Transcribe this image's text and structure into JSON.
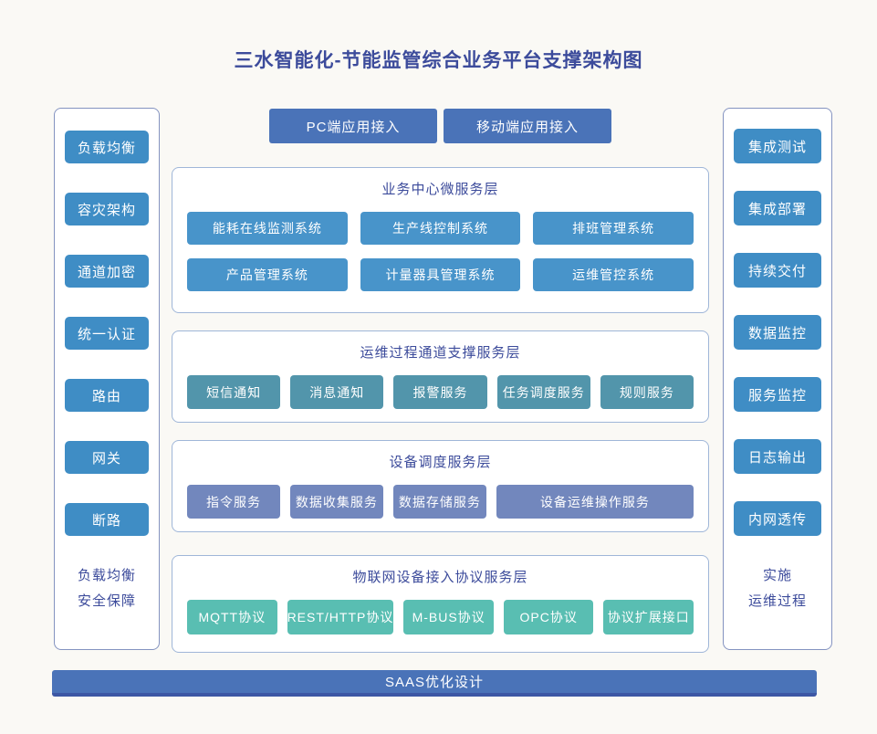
{
  "title": "三水智能化-节能监管综合业务平台支撑架构图",
  "top_access": [
    "PC端应用接入",
    "移动端应用接入"
  ],
  "left_panel": {
    "items": [
      "负载均衡",
      "容灾架构",
      "通道加密",
      "统一认证",
      "路由",
      "网关",
      "断路"
    ],
    "footer_lines": [
      "负载均衡",
      "安全保障"
    ]
  },
  "right_panel": {
    "items": [
      "集成测试",
      "集成部署",
      "持续交付",
      "数据监控",
      "服务监控",
      "日志输出",
      "内网透传"
    ],
    "footer_lines": [
      "实施",
      "运维过程"
    ]
  },
  "layers": [
    {
      "title": "业务中心微服务层",
      "items": [
        "能耗在线监测系统",
        "生产线控制系统",
        "排班管理系统",
        "产品管理系统",
        "计量器具管理系统",
        "运维管控系统"
      ]
    },
    {
      "title": "运维过程通道支撑服务层",
      "items": [
        "短信通知",
        "消息通知",
        "报警服务",
        "任务调度服务",
        "规则服务"
      ]
    },
    {
      "title": "设备调度服务层",
      "items": [
        "指令服务",
        "数据收集服务",
        "数据存储服务",
        "设备运维操作服务"
      ]
    },
    {
      "title": "物联网设备接入协议服务层",
      "items": [
        "MQTT协议",
        "REST/HTTP协议",
        "M-BUS协议",
        "OPC协议",
        "协议扩展接口"
      ]
    }
  ],
  "bottom_bar": {
    "label": "SAAS优化设计"
  },
  "colors": {
    "page_bg": "#faf9f5",
    "title_color": "#3c4b9b",
    "blue_primary": "#4a73b8",
    "blue_dark": "#3c57a4",
    "sidebar_blue": "#3f8dc5",
    "sky_blue": "#4894ca",
    "teal_blue": "#5295ab",
    "slate_blue": "#7287bd",
    "teal_green": "#59beb2",
    "panel_border": "#8493c0",
    "layer_border": "#9fb6d8"
  }
}
